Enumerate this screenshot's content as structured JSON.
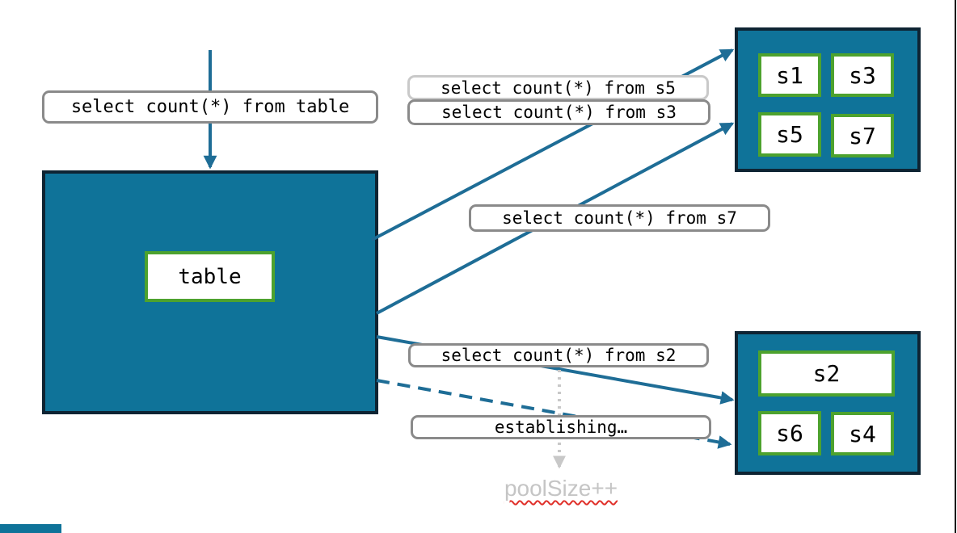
{
  "colors": {
    "teal": "#0F7399",
    "box_border": "#0E2433",
    "green": "#4DA22E",
    "arrow": "#1E6D96",
    "label_border": "#8A8A8A",
    "label_border_light": "#C9C9C9",
    "gray_text": "#C5C5C5",
    "gray_arrow": "#C8C8C8",
    "squiggle_red": "#E0302A",
    "edge_line": "#1A1A1A"
  },
  "queries": {
    "from_table": "select count(*) from table",
    "from_s5": "select count(*) from s5",
    "from_s3": "select count(*) from s3",
    "from_s7": "select count(*) from s7",
    "from_s2": "select count(*) from s2",
    "establishing": "establishing…"
  },
  "main_table": {
    "label": "table"
  },
  "shard_group_top": {
    "shards": [
      "s1",
      "s3",
      "s5",
      "s7"
    ]
  },
  "shard_group_bottom": {
    "shards": [
      "s2",
      "s6",
      "s4"
    ]
  },
  "annotation": {
    "pool_size": "poolSize++"
  }
}
